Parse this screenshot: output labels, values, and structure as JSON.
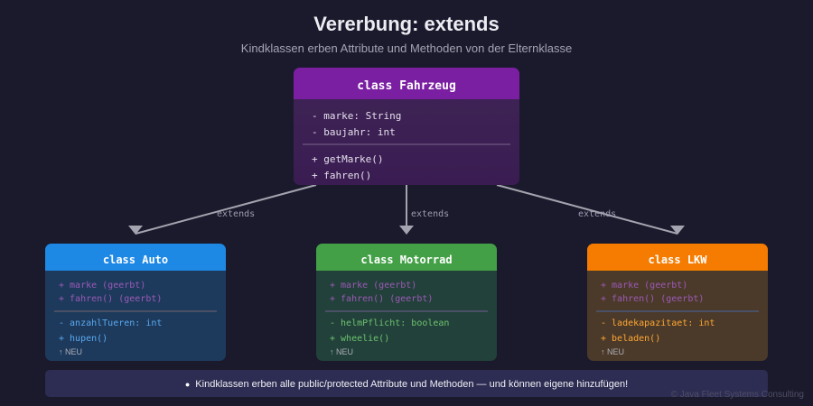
{
  "header": {
    "title": "Vererbung: extends",
    "subtitle": "Kindklassen erben Attribute und Methoden von der Elternklasse"
  },
  "parent": {
    "name": "class Fahrzeug",
    "color": "#7b1fa2",
    "attributes": [
      "- marke: String",
      "- baujahr: int"
    ],
    "methods": [
      "+ getMarke()",
      "+ fahren()"
    ]
  },
  "relation_label": "extends",
  "children": [
    {
      "name": "class Auto",
      "color": "#1e88e5",
      "inherited": [
        "+ marke (geerbt)",
        "+ fahren() (geerbt)"
      ],
      "own_attribute": "- anzahlTueren: int",
      "own_method": "+ hupen()",
      "new_marker": "↑ NEU"
    },
    {
      "name": "class Motorrad",
      "color": "#43a047",
      "inherited": [
        "+ marke (geerbt)",
        "+ fahren() (geerbt)"
      ],
      "own_attribute": "- helmPflicht: boolean",
      "own_method": "+ wheelie()",
      "new_marker": "↑ NEU"
    },
    {
      "name": "class LKW",
      "color": "#f57c00",
      "inherited": [
        "+ marke (geerbt)",
        "+ fahren() (geerbt)"
      ],
      "own_attribute": "- ladekapazitaet: int",
      "own_method": "+ beladen()",
      "new_marker": "↑ NEU"
    }
  ],
  "note": {
    "icon": "lightbulb-icon",
    "glyph": "●",
    "text": "Kindklassen erben alle public/protected Attribute und Methoden — und können eigene hinzufügen!"
  },
  "footer": "© Java Fleet Systems Consulting"
}
